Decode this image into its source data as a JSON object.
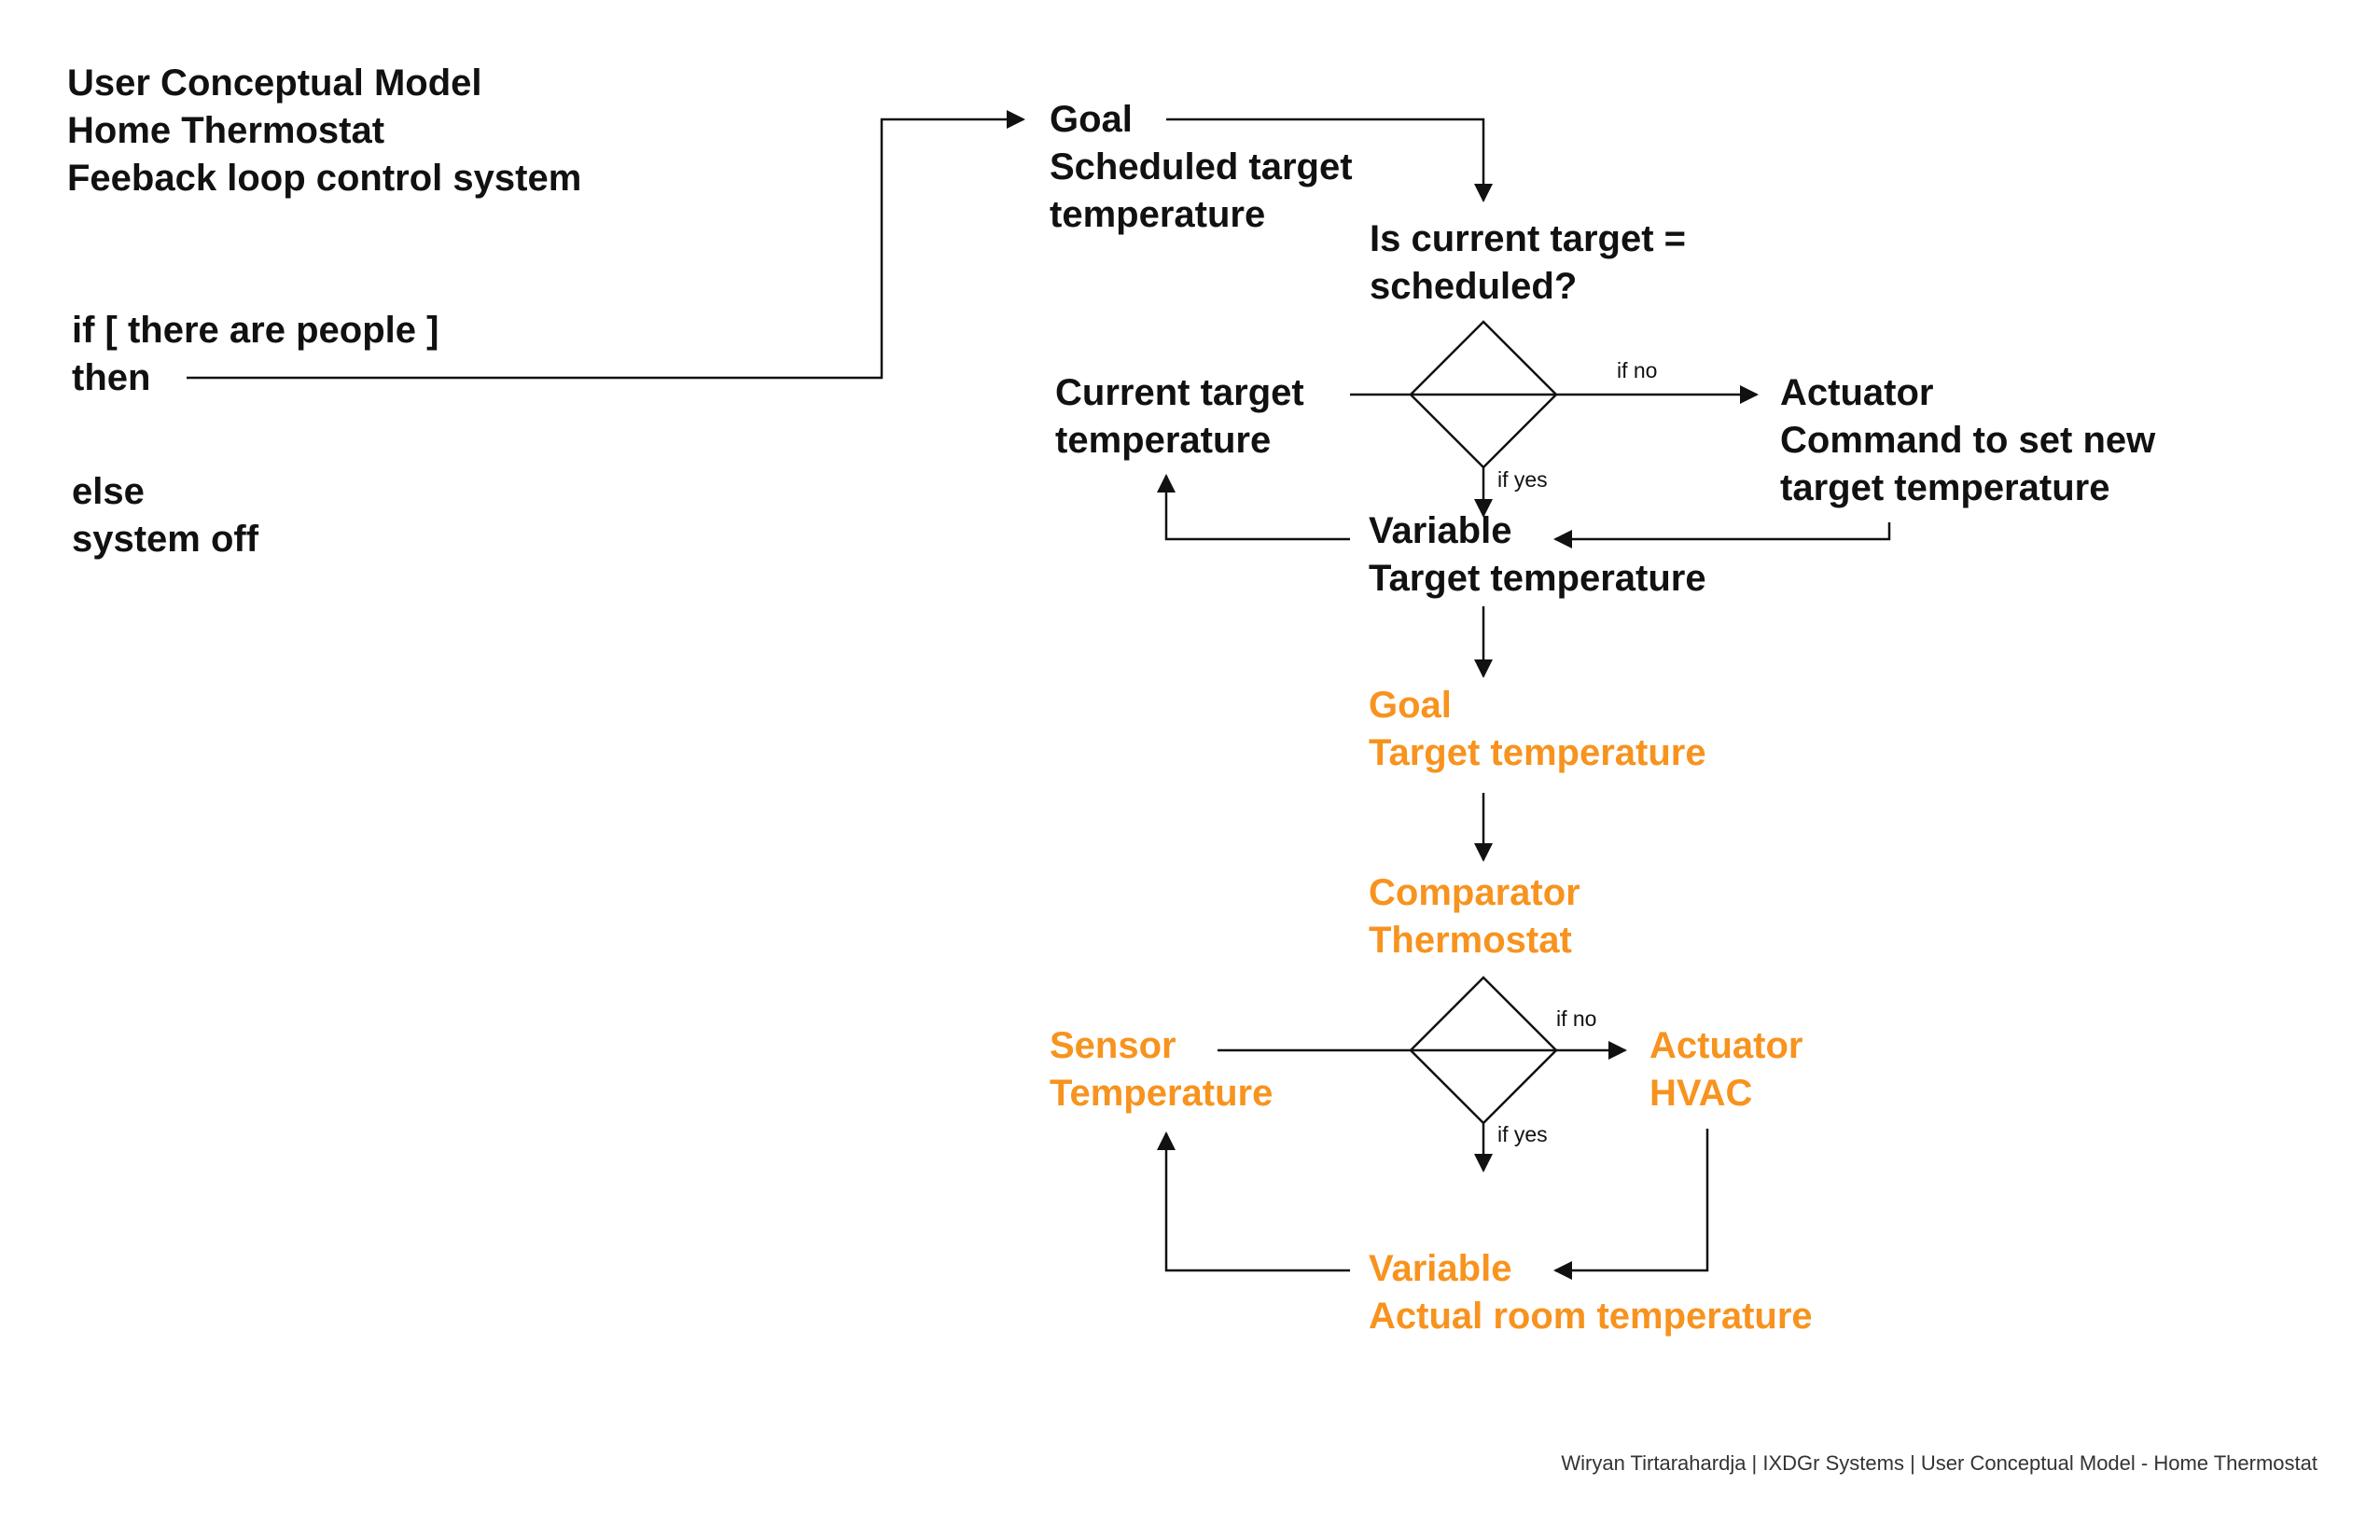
{
  "header": {
    "line1": "User Conceptual Model",
    "line2": "Home Thermostat",
    "line3": "Feeback loop control system"
  },
  "condition": {
    "if_line": "if [ there are people ]",
    "then_line": "then",
    "else_line": "else",
    "off_line": "system off"
  },
  "schedule_loop": {
    "goal": {
      "line1": "Goal",
      "line2": "Scheduled target",
      "line3": "temperature"
    },
    "decision": {
      "line1": "Is current target =",
      "line2": "scheduled?"
    },
    "current": {
      "line1": "Current target",
      "line2": "temperature"
    },
    "actuator": {
      "line1": "Actuator",
      "line2": "Command to set new",
      "line3": "target temperature"
    },
    "variable": {
      "line1": "Variable",
      "line2": "Target temperature"
    },
    "if_no": "if no",
    "if_yes": "if yes"
  },
  "control_loop": {
    "goal": {
      "line1": "Goal",
      "line2": "Target temperature"
    },
    "comparator": {
      "line1": "Comparator",
      "line2": "Thermostat"
    },
    "sensor": {
      "line1": "Sensor",
      "line2": "Temperature"
    },
    "actuator": {
      "line1": "Actuator",
      "line2": "HVAC"
    },
    "variable": {
      "line1": "Variable",
      "line2": "Actual room temperature"
    },
    "if_no": "if no",
    "if_yes": "if yes"
  },
  "footer": "Wiryan Tirtarahardja | IXDGr Systems | User Conceptual Model - Home Thermostat",
  "colors": {
    "accent": "#F7931E",
    "ink": "#111111"
  }
}
